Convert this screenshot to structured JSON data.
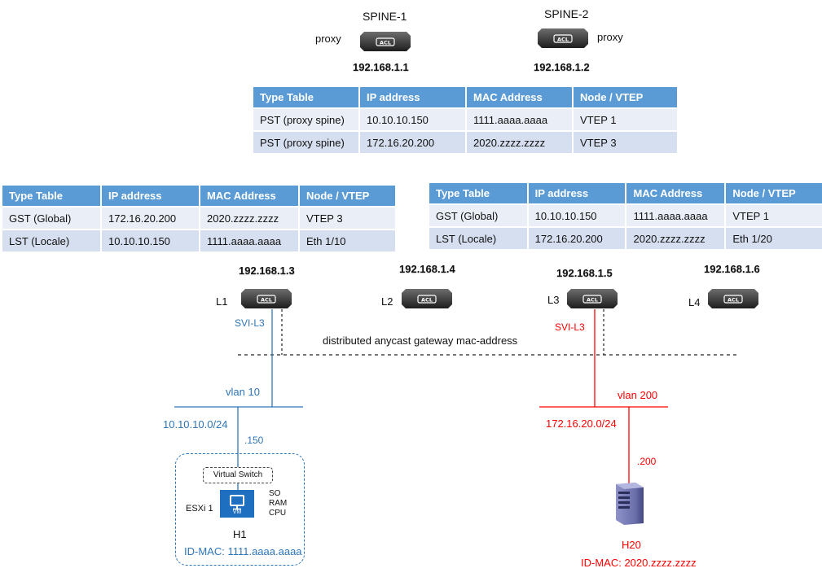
{
  "spines": [
    {
      "name": "SPINE-1",
      "ip": "192.168.1.1",
      "role": "proxy"
    },
    {
      "name": "SPINE-2",
      "ip": "192.168.1.2",
      "role": "proxy"
    }
  ],
  "spine_table": {
    "headers": [
      "Type Table",
      "IP address",
      "MAC Address",
      "Node / VTEP"
    ],
    "rows": [
      [
        "PST (proxy spine)",
        "10.10.10.150",
        "1111.aaaa.aaaa",
        "VTEP 1"
      ],
      [
        "PST (proxy spine)",
        "172.16.20.200",
        "2020.zzzz.zzzz",
        "VTEP 3"
      ]
    ]
  },
  "left_table": {
    "headers": [
      "Type Table",
      "IP address",
      "MAC Address",
      "Node / VTEP"
    ],
    "rows": [
      [
        "GST (Global)",
        "172.16.20.200",
        "2020.zzzz.zzzz",
        "VTEP 3"
      ],
      [
        "LST (Locale)",
        "10.10.10.150",
        "1111.aaaa.aaaa",
        "Eth 1/10"
      ]
    ]
  },
  "right_table": {
    "headers": [
      "Type Table",
      "IP address",
      "MAC Address",
      "Node / VTEP"
    ],
    "rows": [
      [
        "GST (Global)",
        "10.10.10.150",
        "1111.aaaa.aaaa",
        "VTEP 1"
      ],
      [
        "LST (Locale)",
        "172.16.20.200",
        "2020.zzzz.zzzz",
        "Eth 1/20"
      ]
    ]
  },
  "leaves": [
    {
      "name": "L1",
      "ip": "192.168.1.3"
    },
    {
      "name": "L2",
      "ip": "192.168.1.4"
    },
    {
      "name": "L3",
      "ip": "192.168.1.5"
    },
    {
      "name": "L4",
      "ip": "192.168.1.6"
    }
  ],
  "switch_badge": "ACL",
  "svi_label": "SVI-L3",
  "anycast_label": "distributed anycast gateway mac-address",
  "left_segment": {
    "vlan": "vlan 10",
    "subnet": "10.10.10.0/24",
    "host_octet": ".150"
  },
  "right_segment": {
    "vlan": "vlan 200",
    "subnet": "172.16.20.0/24",
    "host_octet": ".200"
  },
  "h1": {
    "virtual_switch": "Virtual Switch",
    "esxi": "ESXi 1",
    "vm_badge": "VM",
    "resources": [
      "SO",
      "RAM",
      "CPU"
    ],
    "name": "H1",
    "id_mac": "ID-MAC: 1111.aaaa.aaaa"
  },
  "h20": {
    "name": "H20",
    "id_mac": "ID-MAC: 2020.zzzz.zzzz"
  },
  "colors": {
    "blue": "#2e75b6",
    "red": "#ff0000",
    "table_header": "#5b9bd5"
  }
}
